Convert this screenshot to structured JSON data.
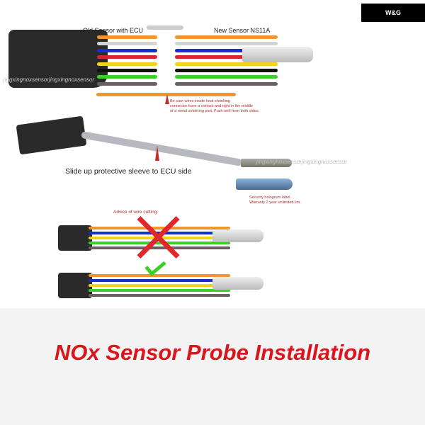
{
  "logo": {
    "text": "W&G"
  },
  "diagram": {
    "old_label": "Old Sensor with ECU",
    "new_label": "New Sensor NS11A",
    "wire_colors": [
      "#f0962a",
      "#d4d4d4",
      "#1a2fc8",
      "#d8242a",
      "#f2d21a",
      "#111111",
      "#3ccf2a",
      "#6b5f5f"
    ],
    "solder_note": [
      "Be sure wires inside heat shrinking",
      "connector have a contact and right in the middle",
      "of a metal soldering part. Push well from both sides."
    ],
    "sleeve_note": "Slide up protective sleeve to ECU side",
    "hologram_note": [
      "Security hologram label.",
      "Warranty 2 year unlimited km."
    ],
    "advice": "Advice of wire cutting:",
    "watermark_1": "jingxingnoxsensorjingxingnoxsensor",
    "watermark_2": "jingxingnoxsensorjingxingnoxsensor"
  },
  "title": "NOx Sensor Probe Installation"
}
